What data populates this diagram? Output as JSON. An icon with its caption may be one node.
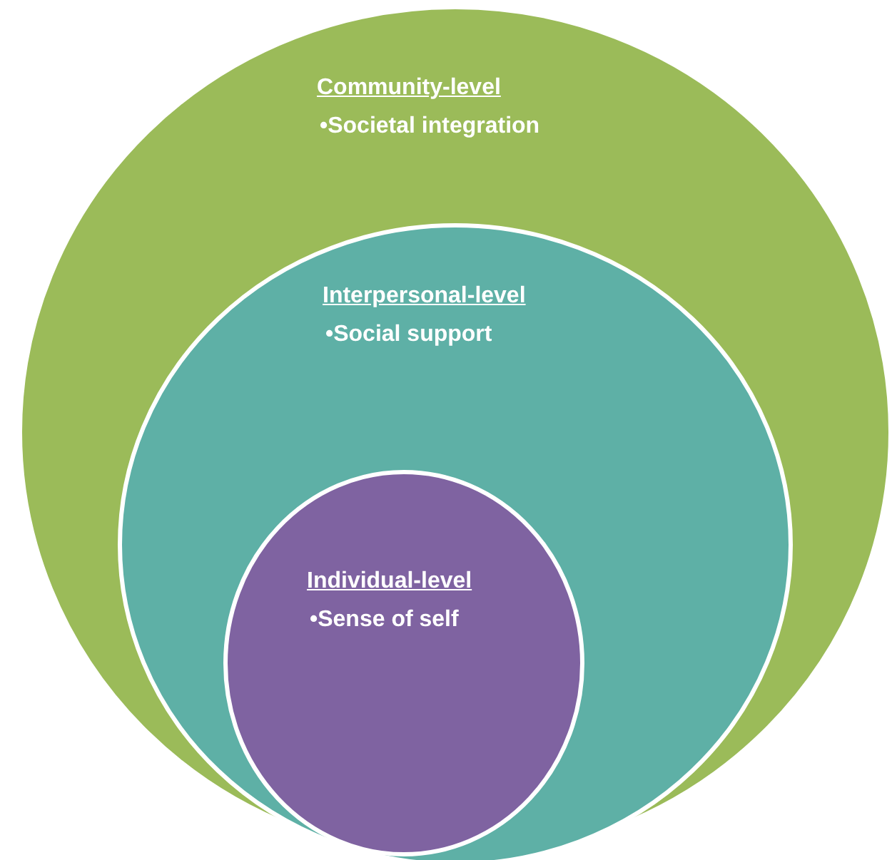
{
  "diagram": {
    "nodes": [
      {
        "text": [
          "Community-level",
          "•Societal integration"
        ]
      },
      {
        "text": [
          "Interpersonal-level",
          "•Social support"
        ],
        "in": 0
      },
      {
        "text": [
          "Individual-level",
          "•Sense of self"
        ],
        "in": 1
      }
    ]
  }
}
